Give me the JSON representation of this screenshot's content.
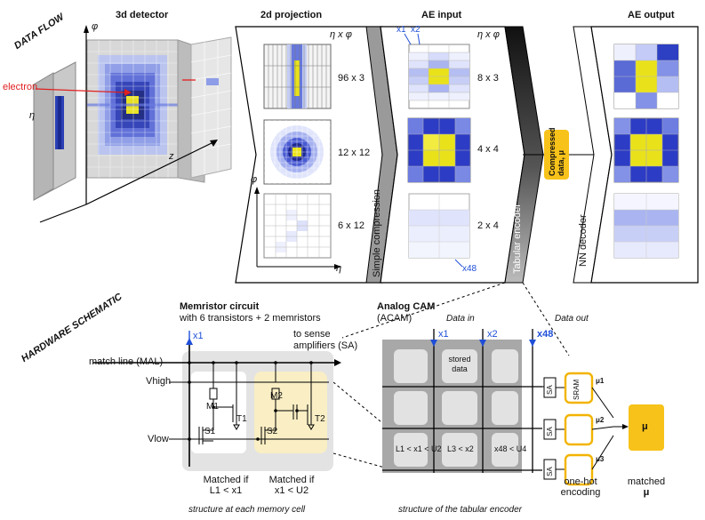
{
  "sections": {
    "data_flow": "DATA FLOW",
    "hardware": "HARDWARE SCHEMATIC"
  },
  "detector": {
    "title": "3d detector",
    "electron": "electron",
    "phi": "φ",
    "eta": "η",
    "z": "z"
  },
  "projection": {
    "title": "2d projection",
    "header": "η x φ",
    "sizes": [
      "96 x 3",
      "12 x 12",
      "6 x 12"
    ],
    "phi": "φ",
    "eta": "η"
  },
  "simple_compression": "Simple compression",
  "ae_input": {
    "title": "AE input",
    "header": "η x φ",
    "x1": "x1",
    "x2": "x2",
    "x48": "x48",
    "sizes": [
      "8 x 3",
      "4 x 4",
      "2 x 4"
    ]
  },
  "tabular_encoder": "Tabular encoder",
  "compressed": {
    "line1": "Compressed",
    "line2": "data, μ"
  },
  "nn_decoder": "NN decoder",
  "ae_output": {
    "title": "AE output"
  },
  "memristor": {
    "title": "Memristor circuit",
    "subtitle": "with 6 transistors + 2 memristors",
    "x1": "x1",
    "sense": "to sense amplifiers (SA)",
    "match_line": "match line (MAL)",
    "vhigh": "Vhigh",
    "vlow": "Vlow",
    "m1": "M1",
    "m2": "M2",
    "t1": "T1",
    "t2": "T2",
    "s1": "S1",
    "s2": "S2",
    "matched1_a": "Matched if",
    "matched1_b": "L1 < x1",
    "matched2_a": "Matched if",
    "matched2_b": "x1 < U2",
    "caption": "structure at each memory cell"
  },
  "acam": {
    "title": "Analog CAM",
    "subtitle": "(ACAM)",
    "data_in": "Data in",
    "data_out": "Data out",
    "inputs": [
      "x1",
      "x2",
      "x48"
    ],
    "stored": "stored data",
    "conds": [
      "L1 < x1 < U2",
      "L3 < x2",
      "x48 < U4"
    ],
    "sa": "SA",
    "sram": "SRAM",
    "mu_labels": [
      "μ1",
      "μ2",
      "μ3"
    ],
    "mu": "μ",
    "onehot_a": "one-hot",
    "onehot_b": "encoding",
    "matched_a": "matched",
    "matched_b": "μ",
    "caption": "structure of the tabular encoder"
  },
  "colors": {
    "blue": "#1f4fd8",
    "yellow": "#f5e616",
    "orange": "#f7c21a",
    "cellgray": "#d9d9d9",
    "panelgray": "#a8a8a8"
  }
}
